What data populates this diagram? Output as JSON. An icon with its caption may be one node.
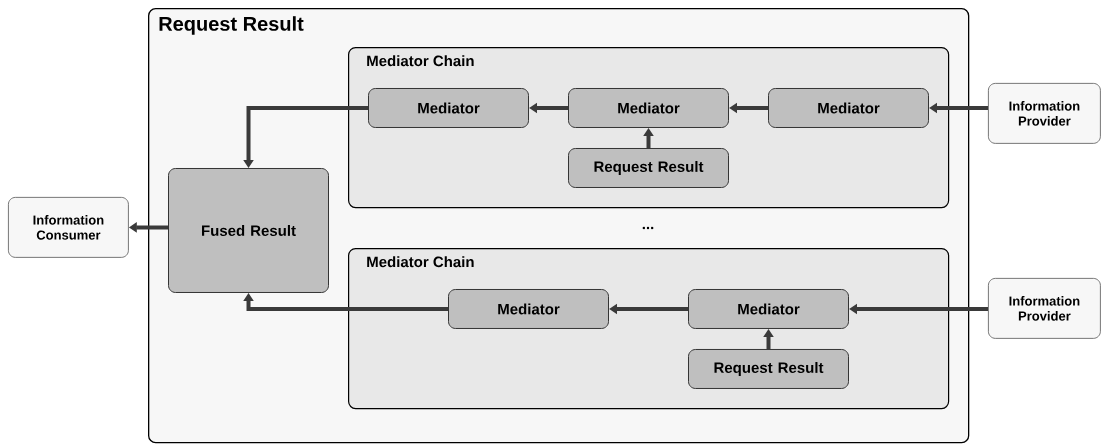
{
  "diagram": {
    "nodes": [
      {
        "text": [
          "Request Result"
        ]
      },
      {
        "text": [
          "Mediator Chain"
        ],
        "in": 0
      },
      {
        "text": [
          "Mediator"
        ],
        "in": 1
      },
      {
        "text": [
          "Mediator"
        ],
        "in": 1
      },
      {
        "text": [
          "Mediator"
        ],
        "in": 1
      },
      {
        "text": [
          "Request Result"
        ],
        "in": 1
      },
      {
        "text": [
          "Fused Result"
        ],
        "in": 0
      },
      {
        "text": [
          "Mediator Chain"
        ],
        "in": 0
      },
      {
        "text": [
          "Mediator"
        ],
        "in": 7
      },
      {
        "text": [
          "Mediator"
        ],
        "in": 7
      },
      {
        "text": [
          "Request Result"
        ],
        "in": 7
      },
      {
        "text": [
          "Information Consumer"
        ]
      },
      {
        "text": [
          "Information Provider"
        ]
      },
      {
        "text": [
          "Information Provider"
        ]
      }
    ],
    "edges": [
      {
        "from": 12,
        "to": 4,
        "arrow": "to"
      },
      {
        "from": 4,
        "to": 3,
        "arrow": "to"
      },
      {
        "from": 5,
        "to": 3,
        "arrow": "to"
      },
      {
        "from": 3,
        "to": 2,
        "arrow": "to"
      },
      {
        "from": 2,
        "to": 6,
        "arrow": "to"
      },
      {
        "from": 13,
        "to": 9,
        "arrow": "to"
      },
      {
        "from": 10,
        "to": 9,
        "arrow": "to"
      },
      {
        "from": 9,
        "to": 8,
        "arrow": "to"
      },
      {
        "from": 8,
        "to": 6,
        "arrow": "to"
      },
      {
        "from": 6,
        "to": 11,
        "arrow": "to"
      }
    ],
    "labels": [
      "..."
    ]
  }
}
